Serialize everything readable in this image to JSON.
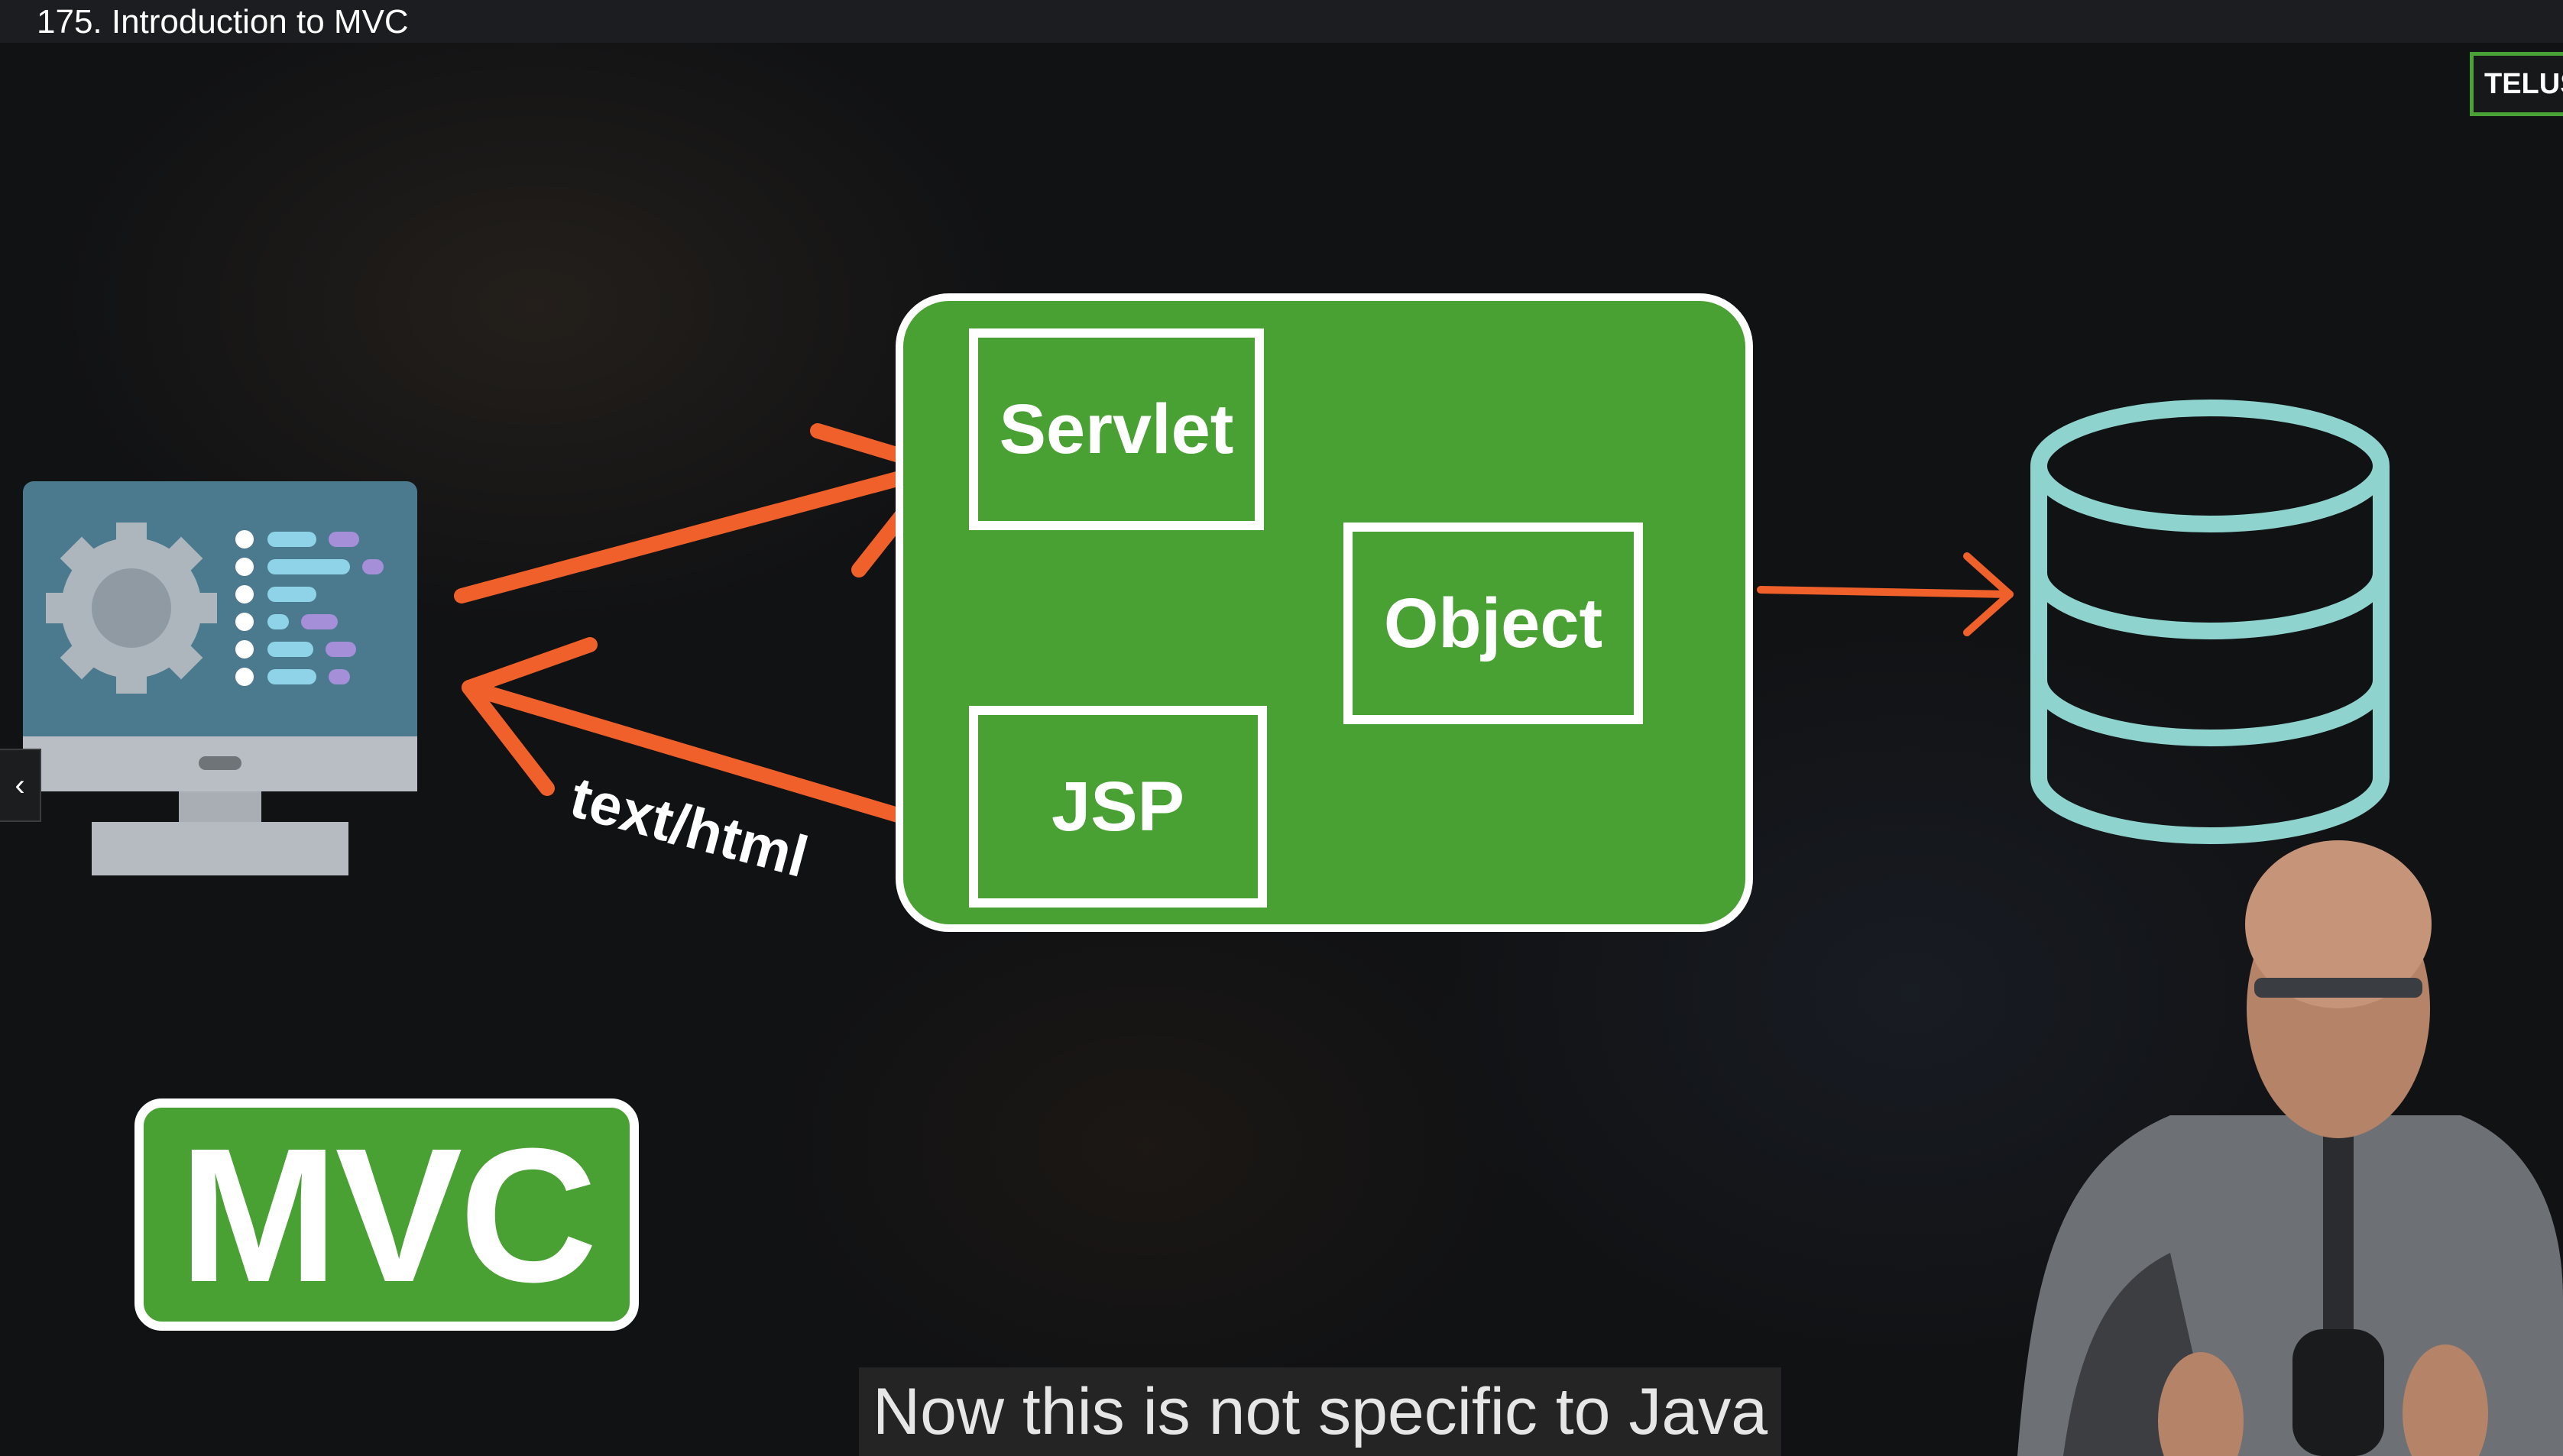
{
  "player": {
    "lecture_title": "175. Introduction to MVC",
    "caption": "Now this is not specific to Java",
    "brand_badge": "TELUS"
  },
  "diagram": {
    "boxes": {
      "servlet": "Servlet",
      "object": "Object",
      "jsp": "JSP"
    },
    "arrow_label": "text/html",
    "badge": "MVC"
  },
  "colors": {
    "panel_green": "#4aa133",
    "arrow_orange": "#f0602a",
    "database_teal": "#8fd3cf",
    "monitor_screen": "#4b7a8e"
  },
  "icons": {
    "client": "desktop-monitor-with-gear-icon",
    "database": "database-cylinder-icon",
    "collapse": "chevron-left-icon"
  }
}
